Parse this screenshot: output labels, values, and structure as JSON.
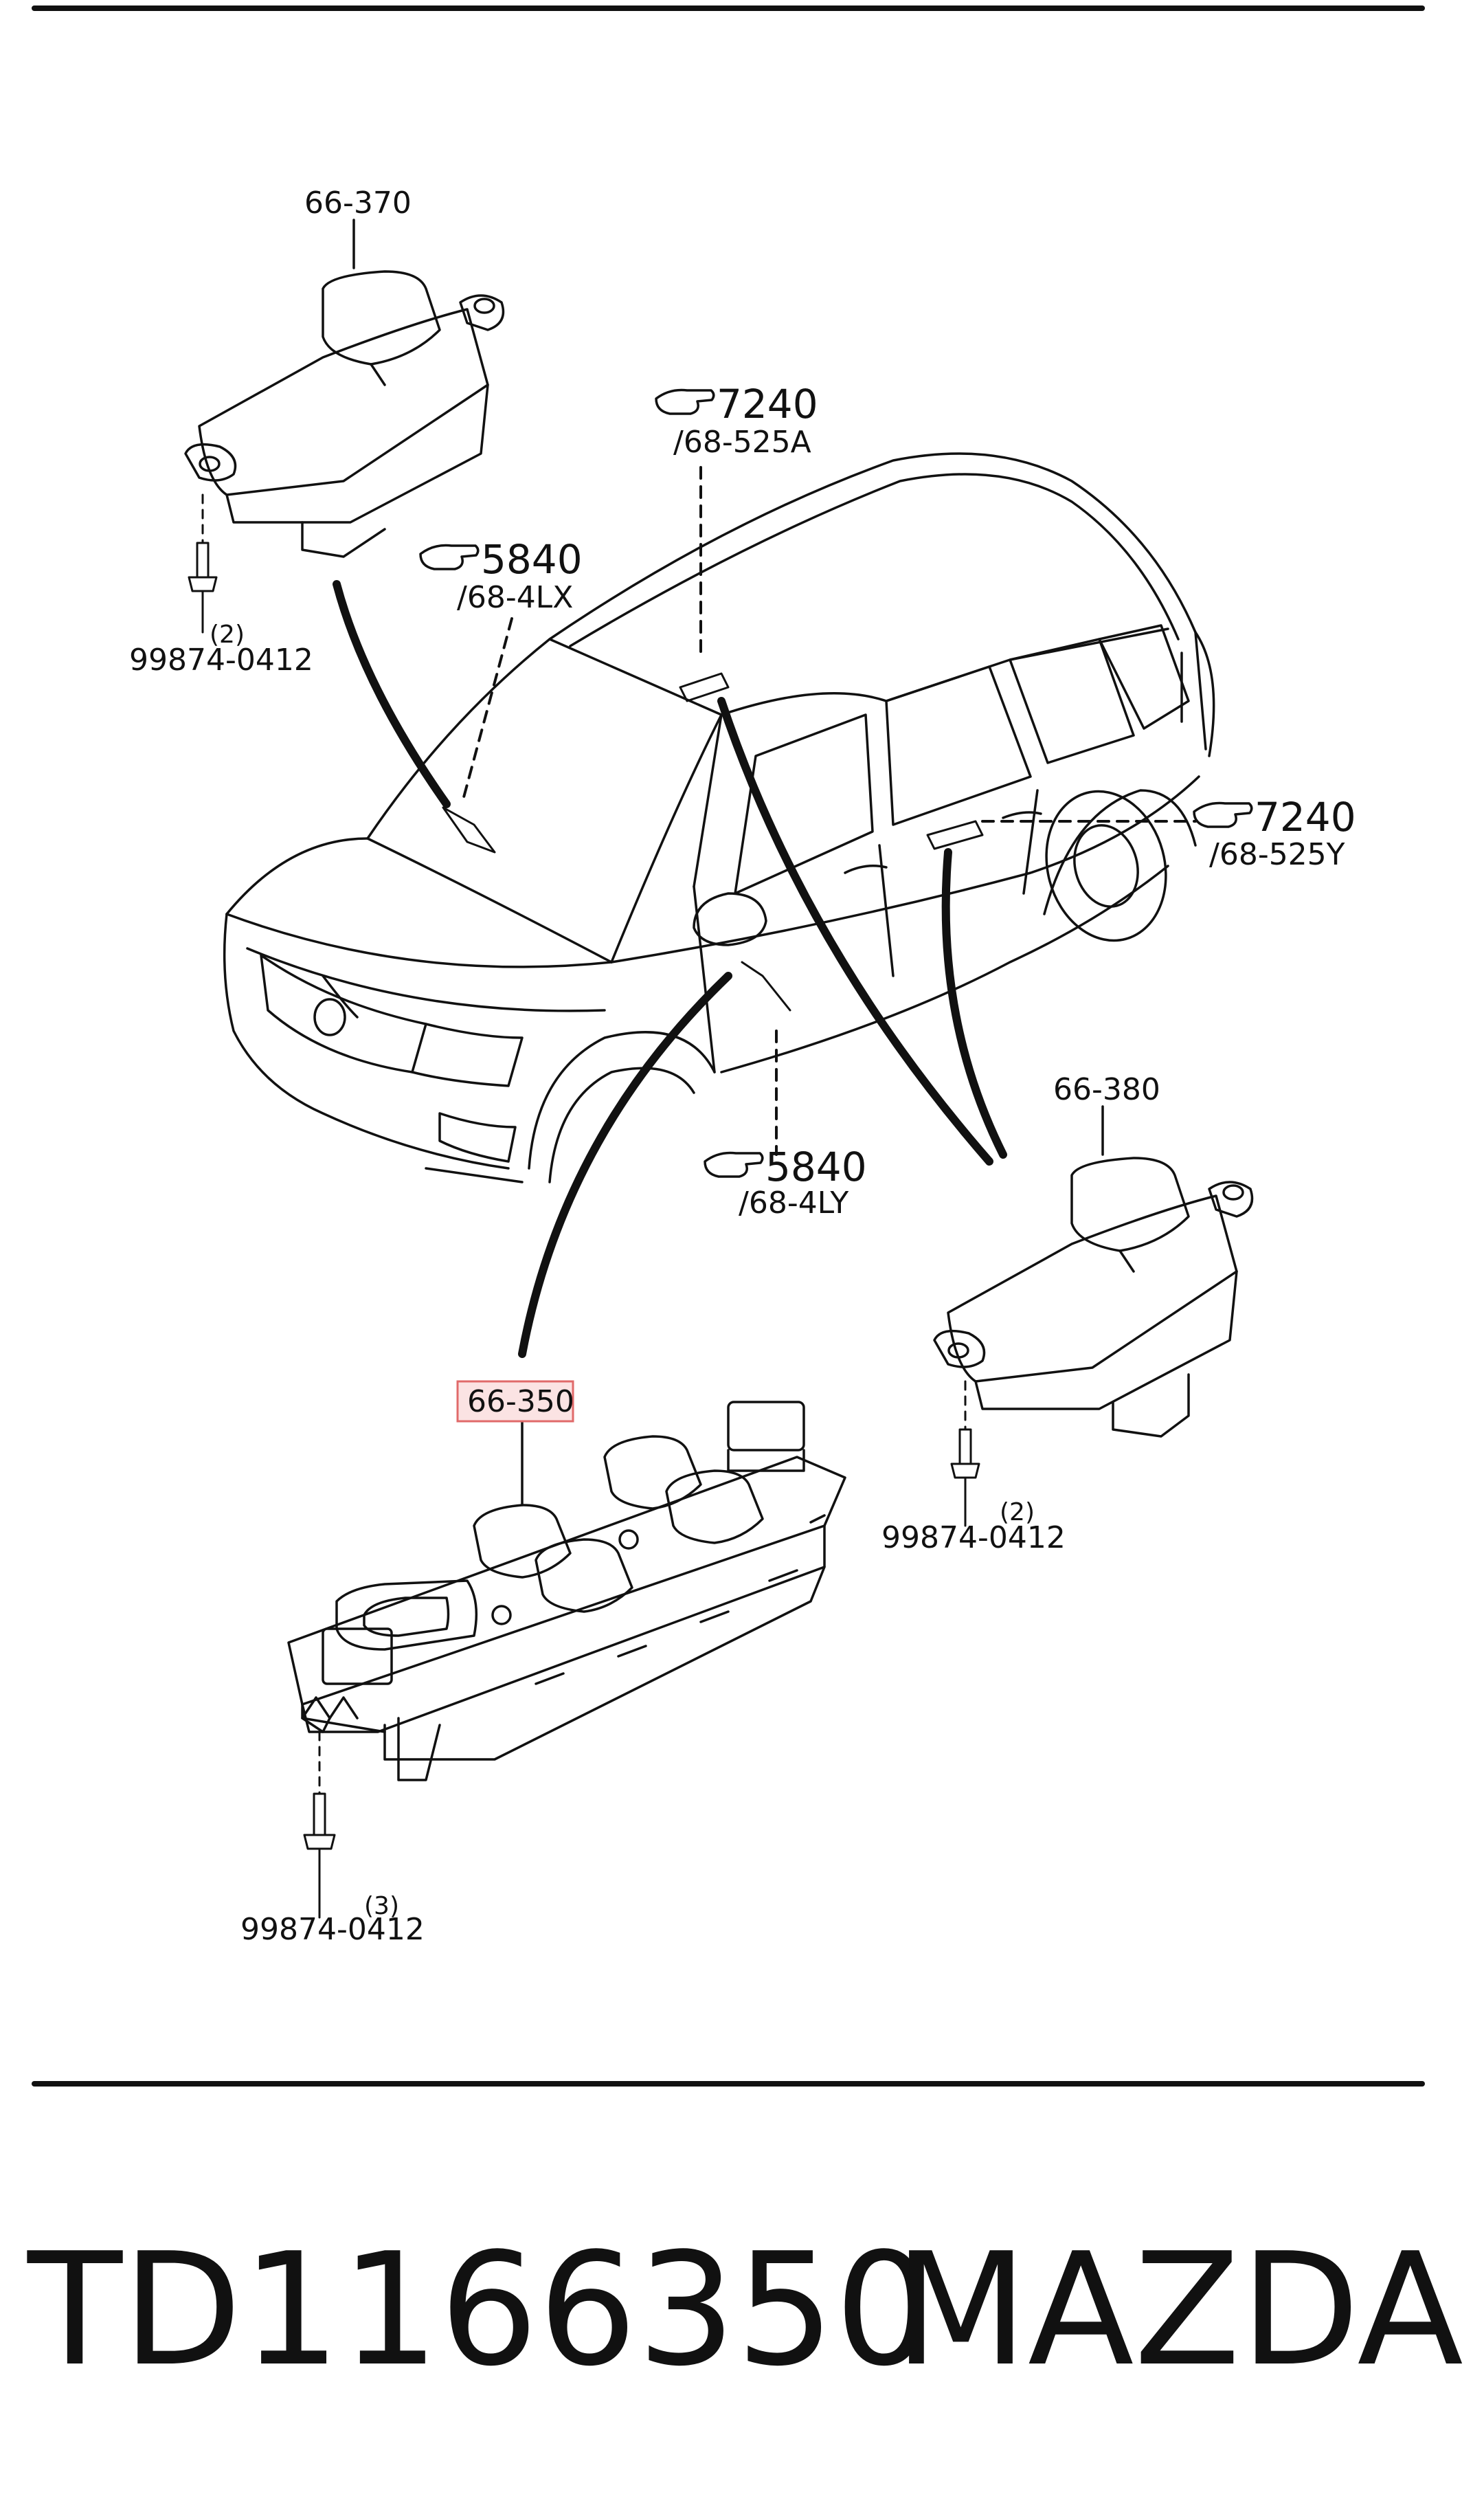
{
  "colors": {
    "line": "#111111",
    "highlight_border": "#e06a6a",
    "highlight_fill": "#fbe3e3"
  },
  "parts": {
    "p66370": "66-370",
    "p66380": "66-380",
    "p66350": "66-350",
    "bolt1": "99874-0412",
    "bolt1_qty": "(2)",
    "bolt2": "99874-0412",
    "bolt2_qty": "(2)",
    "bolt3": "99874-0412",
    "bolt3_qty": "(3)"
  },
  "refs": {
    "r1_num": "7240",
    "r1_sub": "/68-525A",
    "r2_num": "5840",
    "r2_sub": "/68-4LX",
    "r3_num": "7240",
    "r3_sub": "/68-525Y",
    "r4_num": "5840",
    "r4_sub": "/68-4LY"
  },
  "icons": {
    "ref": "pointing-hand-icon"
  },
  "footer": {
    "part_number": "TD1166350",
    "brand": "MAZDA"
  }
}
